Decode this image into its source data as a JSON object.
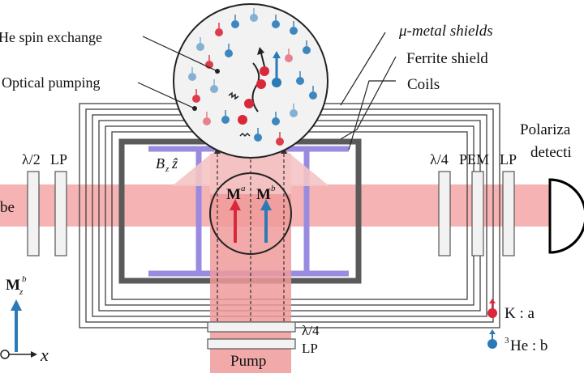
{
  "labels": {
    "spin_exchange": "He spin exchange",
    "optical_pumping": "Optical pumping",
    "mu_metal": "μ-metal shields",
    "ferrite": "Ferrite shield",
    "coils": "Coils",
    "polarization_line1": "Polariza",
    "polarization_line2": "detecti",
    "probe": "be",
    "lambda2": "λ/2",
    "lp_left": "LP",
    "bz": "B",
    "bz_sub": "z",
    "bz_vec": "ẑ",
    "ma": "M",
    "ma_sup": "a",
    "mb": "M",
    "mb_sup": "b",
    "lambda4_right": "λ/4",
    "pem": "PEM",
    "lp_right": "LP",
    "lambda4_pump": "λ/4",
    "lp_pump": "LP",
    "pump": "Pump",
    "mz": "M",
    "mz_sub": "z",
    "mz_sup": "b",
    "x_axis": "x",
    "k_legend": "K : a",
    "he_legend_sup": "3",
    "he_legend": "He : b"
  },
  "colors": {
    "red_atom": "#d9283a",
    "blue_atom": "#2a7ab8",
    "beam": "#f6b3b3",
    "pump_beam": "#ef9a9a",
    "coil": "#9b8be0",
    "ferrite": "#5a5a5a",
    "shield": "#333333"
  }
}
